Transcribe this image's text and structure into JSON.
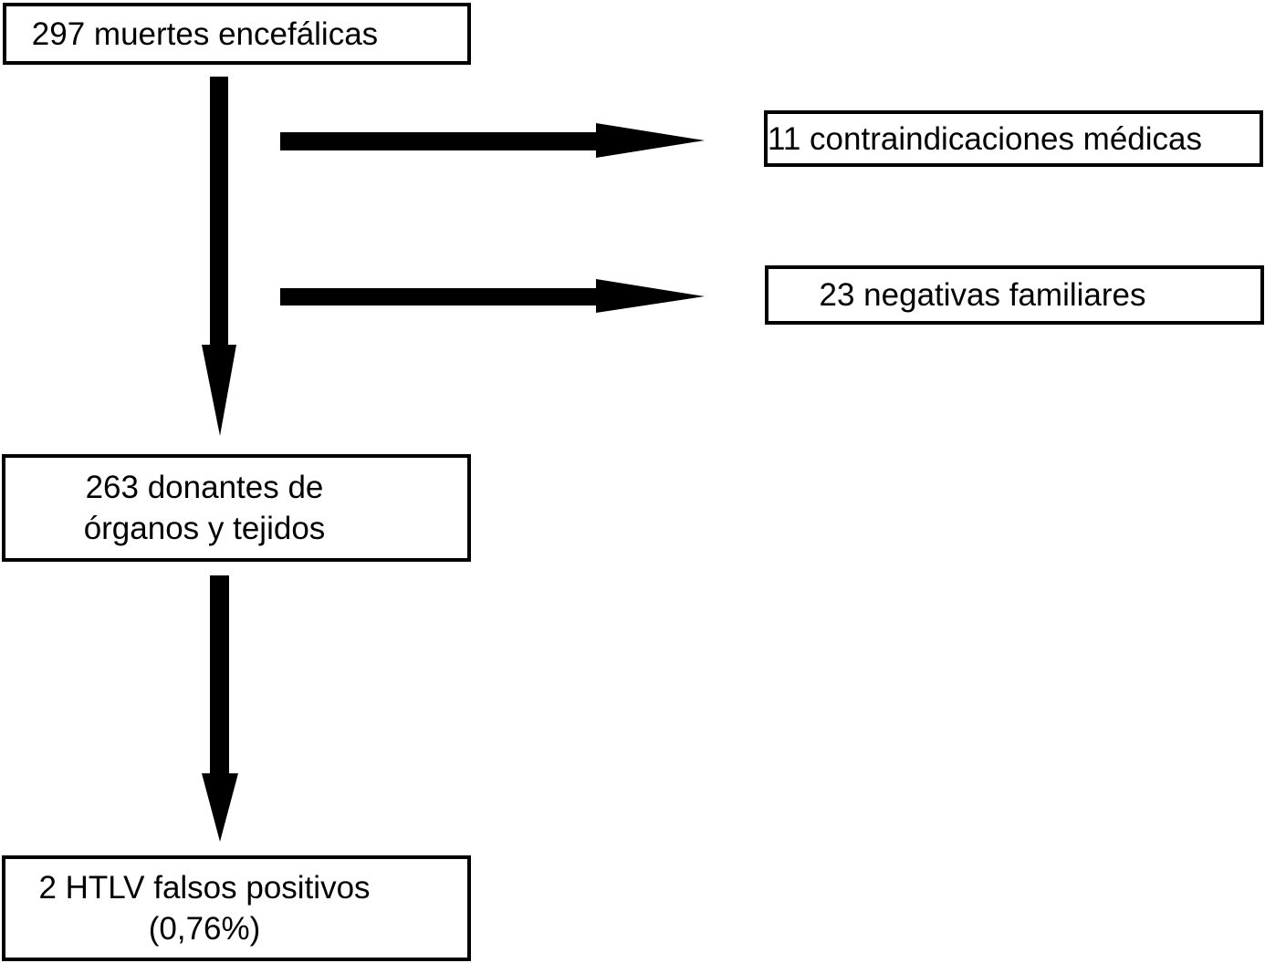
{
  "figure": {
    "background_color": "#ffffff",
    "ink_color": "#000000",
    "nodes": {
      "brain_deaths": {
        "label": "297 muertes encefálicas"
      },
      "medical_contraindications": {
        "label": "11 contraindicaciones médicas"
      },
      "family_refusals": {
        "label": "23 negativas familiares"
      },
      "organ_tissue_donors": {
        "line1": "263 donantes de",
        "line2": "órganos y tejidos"
      },
      "htlv_false_positives": {
        "line1": "2 HTLV falsos positivos",
        "line2": "(0,76%)"
      }
    }
  }
}
